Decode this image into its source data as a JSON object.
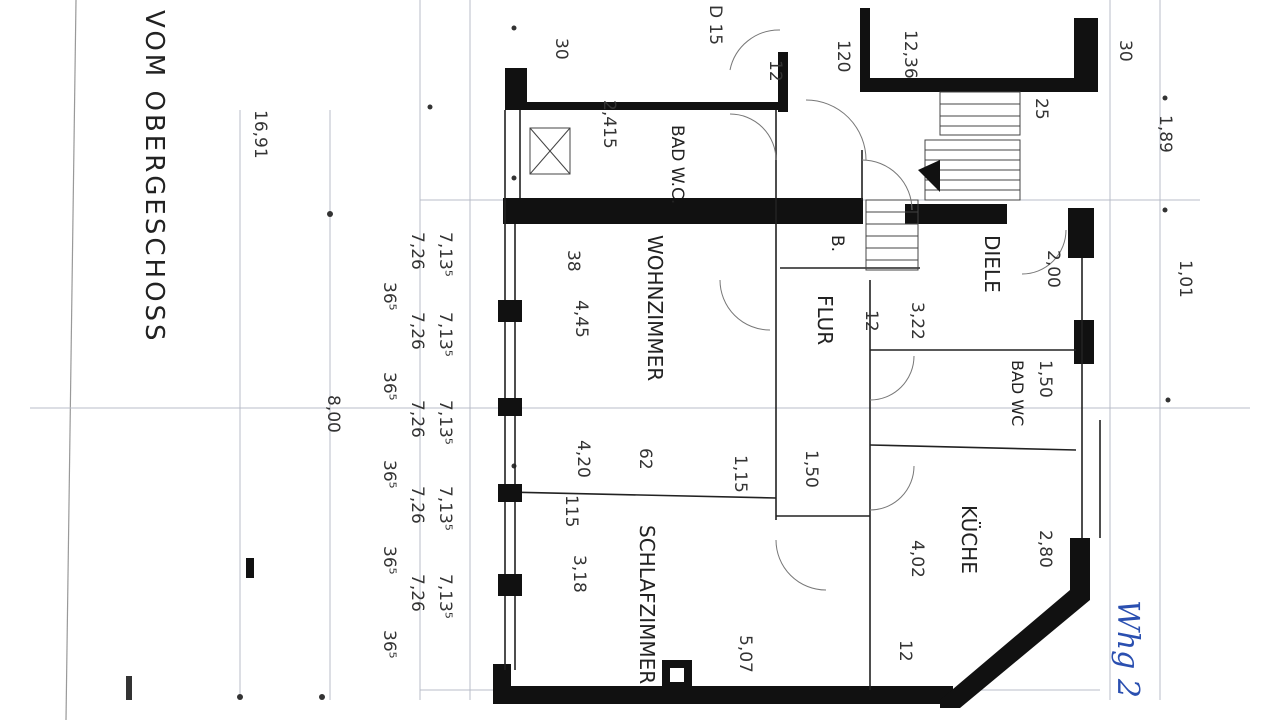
{
  "title": "VOM OBERGESCHOSS",
  "rooms": {
    "bad_wc_top": "BAD W.C.",
    "wohnzimmer": "WOHNZIMMER",
    "schlafzimmer": "SCHLAFZIMMER",
    "diele": "DIELE",
    "flur": "FLUR",
    "b": "B.",
    "bad_wc_right": "BAD WC",
    "kueche": "KÜCHE"
  },
  "dimensions": {
    "overall": "16,91",
    "front": "8,00",
    "d_4_45": "4,45",
    "d_4_20": "4,20",
    "d_3_18": "3,18",
    "d_5_07": "5,07",
    "d_4_02": "4,02",
    "d_3_22": "3,22",
    "d_1_50a": "1,50",
    "d_1_50b": "1,50",
    "d_2_00": "2,00",
    "d_2_80": "2,80",
    "d_2_415": "2,415",
    "d_12_36": "12,36",
    "d_1_89": "1,89",
    "d_1_15": "1,15",
    "d_120": "120",
    "d_38": "38",
    "d_115": "115",
    "d_1_01": "1,01",
    "d_30a": "30",
    "d_30b": "30",
    "d_25": "25",
    "d_d_15": "D 15",
    "d_12a": "12",
    "d_12b": "12",
    "d_12c": "12",
    "d_62": "62",
    "col_a": [
      "7,13⁵",
      "7,26",
      "36⁵"
    ],
    "col_b": [
      "7,13⁵",
      "7,26",
      "36⁵"
    ],
    "col_c": [
      "7,13⁵",
      "7,26",
      "36⁵"
    ],
    "col_d": [
      "7,13⁵",
      "7,26",
      "36⁵"
    ],
    "col_e": [
      "7,13⁵",
      "7,26",
      "36⁵"
    ]
  },
  "annotation": "Whg 2",
  "colors": {
    "wall": "#111111",
    "ink": "#2a4fb0"
  }
}
